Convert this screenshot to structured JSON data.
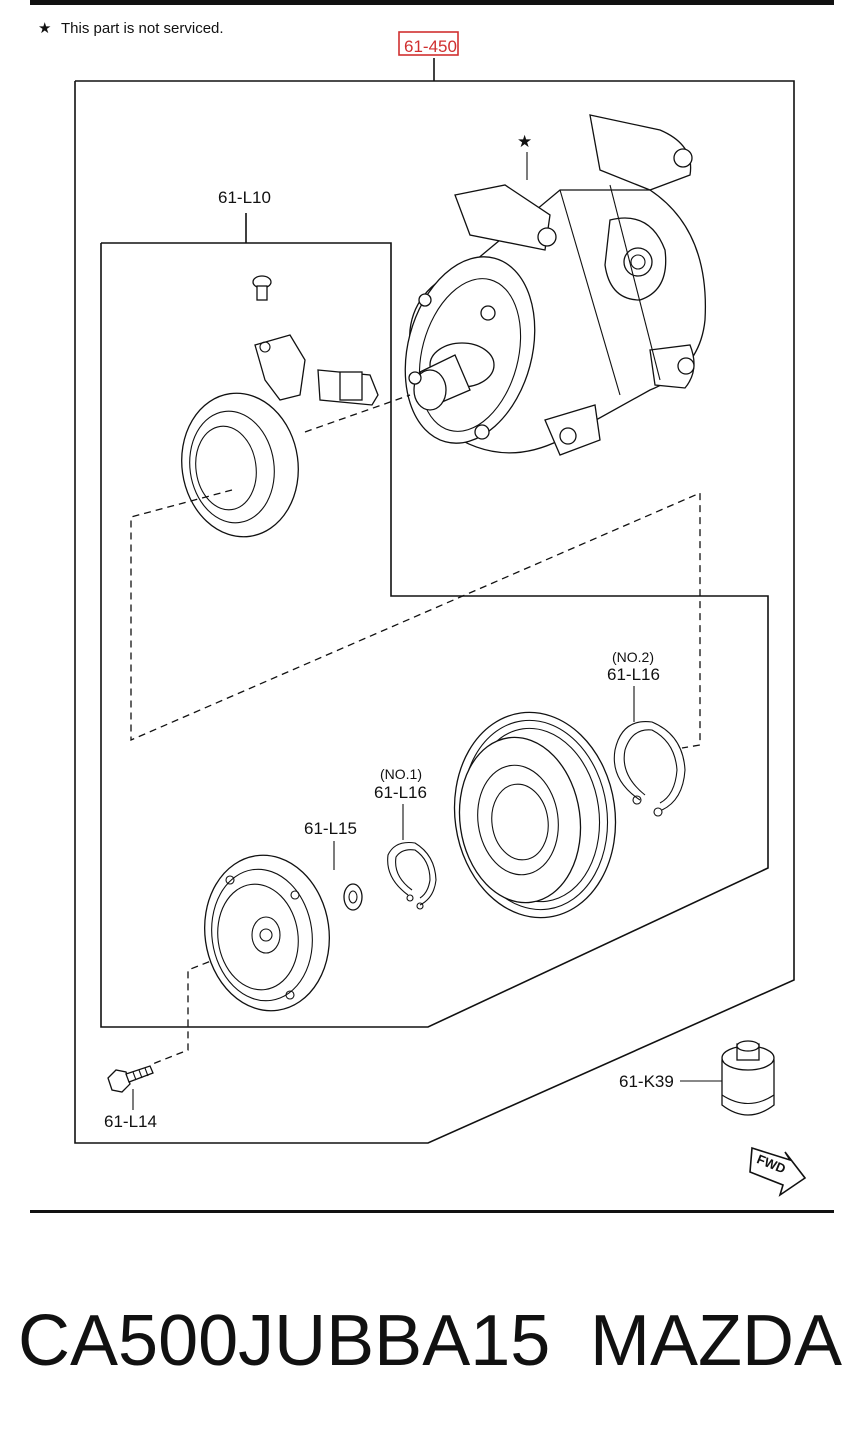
{
  "note": {
    "star": "★",
    "text": "This part is not serviced."
  },
  "labels": {
    "assembly": "61-450",
    "clutch_coil": "61-L10",
    "snap_ring_no2_tag": "(NO.2)",
    "snap_ring_no2": "61-L16",
    "snap_ring_no1_tag": "(NO.1)",
    "snap_ring_no1": "61-L16",
    "shim": "61-L15",
    "bolt": "61-L14",
    "cap": "61-K39",
    "fwd": "FWD"
  },
  "footer": {
    "part_number": "CA500JUBBA15",
    "brand": "MAZDA"
  },
  "colors": {
    "highlight": "#d03030",
    "ink": "#111111"
  }
}
